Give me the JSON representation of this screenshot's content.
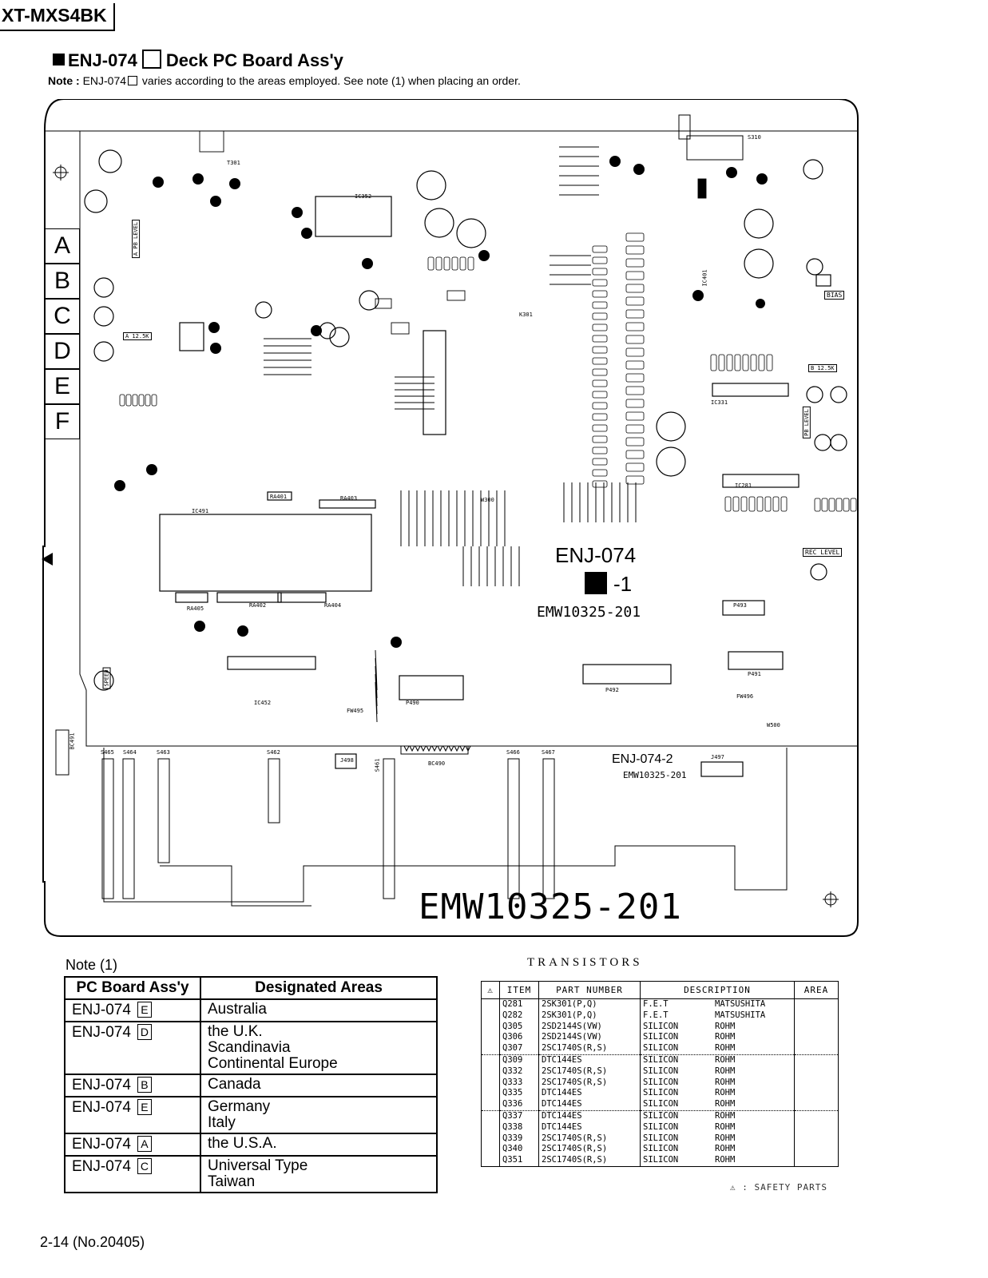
{
  "header": {
    "model": "XT-MXS4BK",
    "title_prefix": "ENJ-074",
    "title_suffix": "Deck PC Board Ass'y",
    "note_label": "Note :",
    "note_prefix": "ENJ-074",
    "note_text": "varies according to the areas employed. See note (1) when placing an order."
  },
  "board": {
    "side_letters": [
      "A",
      "B",
      "C",
      "D",
      "E",
      "F"
    ],
    "board_name": "ENJ-074",
    "variant_suffix": "-1",
    "code_small": "EMW10325-201",
    "sub_board_name": "ENJ-074-2",
    "sub_board_code": "EMW10325-201",
    "code_large": "EMW10325-201",
    "labels": {
      "bias": "BIAS",
      "rec_level": "REC LEVEL",
      "pb_level": "PB LEVEL",
      "a_pb_level": "A PB LEVEL",
      "speed": "SPEED",
      "a_12_5k": "A 12.5K",
      "b_12_5k": "B 12.5K",
      "ic352": "IC352",
      "ic491": "IC491",
      "ic452": "IC452",
      "ic331": "IC331",
      "ic281": "IC281",
      "ic401": "IC401",
      "p490": "P490",
      "p491": "P491",
      "p492": "P492",
      "p493": "P493",
      "j497": "J497",
      "j498": "J498",
      "bc490": "BC490",
      "bc491": "BC491",
      "fw495": "FW495",
      "fw496": "FW496",
      "ra401": "RA401",
      "ra402": "RA402",
      "ra403": "RA403",
      "ra404": "RA404",
      "ra405": "RA405",
      "s310": "S310",
      "s461": "S461",
      "s462": "S462",
      "s463": "S463",
      "s464": "S464",
      "s465": "S465",
      "s466": "S466",
      "s467": "S467",
      "t301": "T301",
      "k301": "K301",
      "w300": "W300",
      "w500": "W500"
    }
  },
  "note1": {
    "title": "Note (1)",
    "col_board": "PC Board Ass'y",
    "col_areas": "Designated Areas",
    "rows": [
      {
        "board": "ENJ-074",
        "letter": "E",
        "areas": [
          "Australia"
        ]
      },
      {
        "board": "ENJ-074",
        "letter": "D",
        "areas": [
          "the U.K.",
          "Scandinavia",
          "Continental Europe"
        ]
      },
      {
        "board": "ENJ-074",
        "letter": "B",
        "areas": [
          "Canada"
        ]
      },
      {
        "board": "ENJ-074",
        "letter": "E",
        "areas": [
          "Germany",
          "Italy"
        ]
      },
      {
        "board": "ENJ-074",
        "letter": "A",
        "areas": [
          "the U.S.A."
        ]
      },
      {
        "board": "ENJ-074",
        "letter": "C",
        "areas": [
          "Universal Type",
          "Taiwan"
        ]
      }
    ]
  },
  "transistors": {
    "title": "TRANSISTORS",
    "col_safety": "⚠",
    "col_item": "ITEM",
    "col_part": "PART NUMBER",
    "col_desc": "DESCRIPTION",
    "col_area": "AREA",
    "rows": [
      {
        "item": "Q281",
        "part": "2SK301(P,Q)",
        "type": "F.E.T",
        "maker": "MATSUSHITA"
      },
      {
        "item": "Q282",
        "part": "2SK301(P,Q)",
        "type": "F.E.T",
        "maker": "MATSUSHITA"
      },
      {
        "item": "Q305",
        "part": "2SD2144S(VW)",
        "type": "SILICON",
        "maker": "ROHM"
      },
      {
        "item": "Q306",
        "part": "2SD2144S(VW)",
        "type": "SILICON",
        "maker": "ROHM"
      },
      {
        "item": "Q307",
        "part": "2SC1740S(R,S)",
        "type": "SILICON",
        "maker": "ROHM"
      },
      {
        "item": "Q309",
        "part": "DTC144ES",
        "type": "SILICON",
        "maker": "ROHM"
      },
      {
        "item": "Q332",
        "part": "2SC1740S(R,S)",
        "type": "SILICON",
        "maker": "ROHM"
      },
      {
        "item": "Q333",
        "part": "2SC1740S(R,S)",
        "type": "SILICON",
        "maker": "ROHM"
      },
      {
        "item": "Q335",
        "part": "DTC144ES",
        "type": "SILICON",
        "maker": "ROHM"
      },
      {
        "item": "Q336",
        "part": "DTC144ES",
        "type": "SILICON",
        "maker": "ROHM"
      },
      {
        "item": "Q337",
        "part": "DTC144ES",
        "type": "SILICON",
        "maker": "ROHM"
      },
      {
        "item": "Q338",
        "part": "DTC144ES",
        "type": "SILICON",
        "maker": "ROHM"
      },
      {
        "item": "Q339",
        "part": "2SC1740S(R,S)",
        "type": "SILICON",
        "maker": "ROHM"
      },
      {
        "item": "Q340",
        "part": "2SC1740S(R,S)",
        "type": "SILICON",
        "maker": "ROHM"
      },
      {
        "item": "Q351",
        "part": "2SC1740S(R,S)",
        "type": "SILICON",
        "maker": "ROHM"
      }
    ],
    "safety_note": "⚠ : SAFETY PARTS"
  },
  "footer": {
    "page": "2-14 (No.20405)"
  }
}
